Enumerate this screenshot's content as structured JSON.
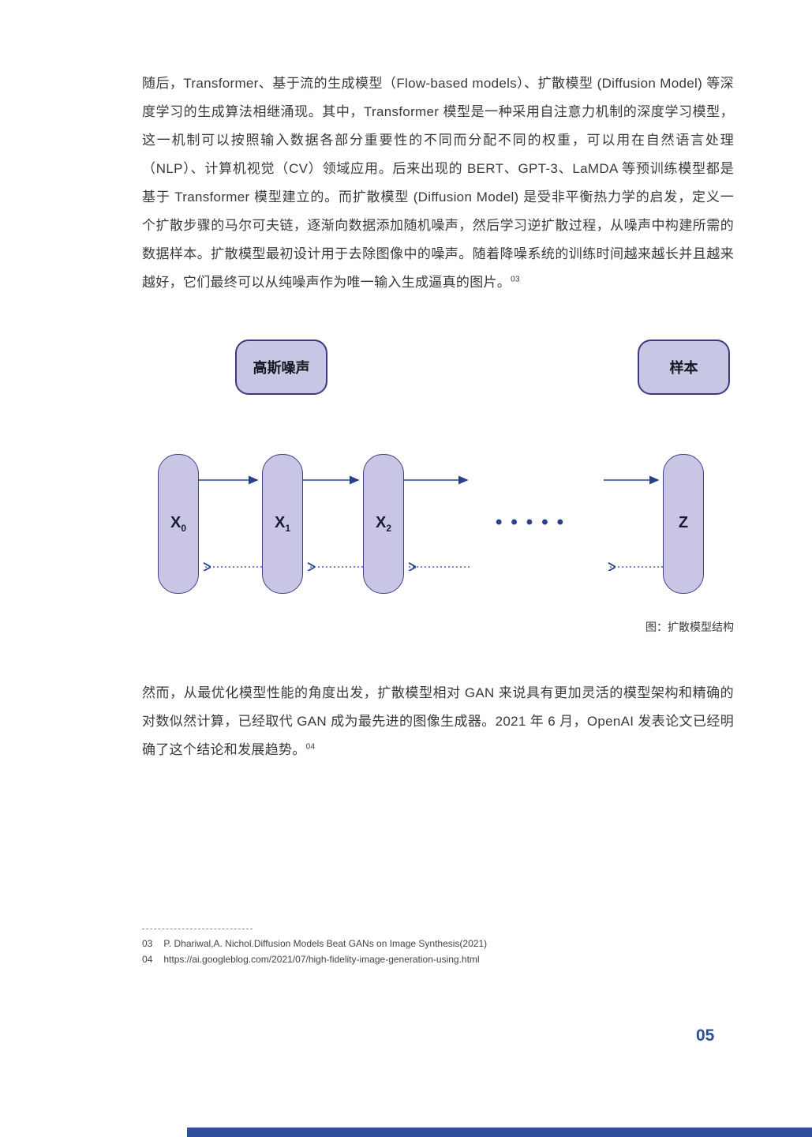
{
  "body": {
    "paragraph1": {
      "text": "随后，Transformer、基于流的生成模型（Flow-based models）、扩散模型 (Diffusion Model) 等深度学习的生成算法相继涌现。其中，Transformer 模型是一种采用自注意力机制的深度学习模型，这一机制可以按照输入数据各部分重要性的不同而分配不同的权重，可以用在自然语言处理（NLP）、计算机视觉（CV）领域应用。后来出现的 BERT、GPT-3、LaMDA 等预训练模型都是基于 Transformer 模型建立的。而扩散模型 (Diffusion Model) 是受非平衡热力学的启发，定义一个扩散步骤的马尔可夫链，逐渐向数据添加随机噪声，然后学习逆扩散过程，从噪声中构建所需的数据样本。扩散模型最初设计用于去除图像中的噪声。随着降噪系统的训练时间越来越长并且越来越好，它们最终可以从纯噪声作为唯一输入生成逼真的图片。",
      "footnote_ref": "03"
    },
    "paragraph2": {
      "text": "然而，从最优化模型性能的角度出发，扩散模型相对 GAN 来说具有更加灵活的模型架构和精确的对数似然计算，已经取代 GAN 成为最先进的图像生成器。2021 年 6 月，OpenAI 发表论文已经明确了这个结论和发展趋势。",
      "footnote_ref": "04"
    }
  },
  "diagram": {
    "gaussian_noise_label": "高斯噪声",
    "sample_label": "样本",
    "nodes": [
      {
        "base": "X",
        "sub": "0"
      },
      {
        "base": "X",
        "sub": "1"
      },
      {
        "base": "X",
        "sub": "2"
      },
      {
        "base": "Z",
        "sub": ""
      }
    ],
    "ellipsis_dots": "•••••",
    "caption": "图：扩散模型结构",
    "colors": {
      "node_fill": "#c9c6e5",
      "node_border": "#3f3f8c",
      "arrow": "#27418f"
    }
  },
  "footnotes": [
    {
      "num": "03",
      "text": "P. Dhariwal,A. Nichol.Diffusion Models Beat GANs on Image Synthesis(2021)"
    },
    {
      "num": "04",
      "text": "https://ai.googleblog.com/2021/07/high-fidelity-image-generation-using.html"
    }
  ],
  "page_number": "05"
}
